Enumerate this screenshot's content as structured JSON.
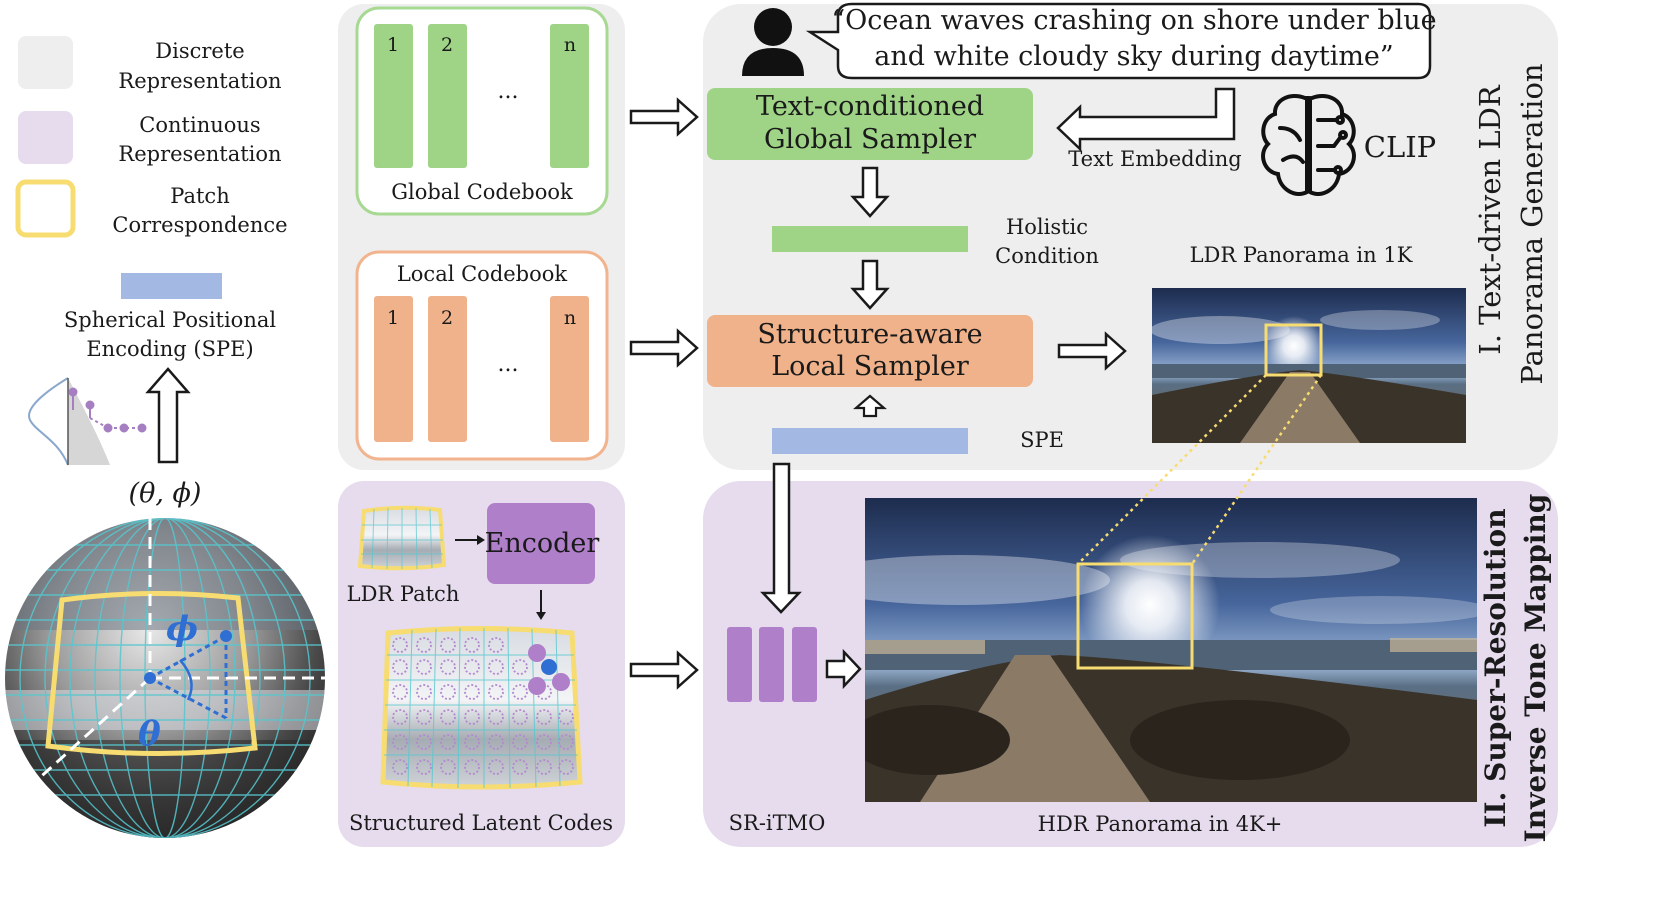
{
  "legend": {
    "discrete": [
      "Discrete",
      "Representation"
    ],
    "continuous": [
      "Continuous",
      "Representation"
    ],
    "patch": [
      "Patch",
      "Correspondence"
    ],
    "spe": [
      "Spherical Positional",
      "Encoding (SPE)"
    ],
    "coords": "(θ, ϕ)",
    "theta": "θ",
    "phi": "ϕ"
  },
  "global_codebook": {
    "title": "Global Codebook",
    "codes": [
      "1",
      "2",
      "n"
    ],
    "ellipsis": "..."
  },
  "local_codebook": {
    "title": "Local Codebook",
    "codes": [
      "1",
      "2",
      "n"
    ],
    "ellipsis": "..."
  },
  "stage1": {
    "prompt": [
      "“Ocean waves crashing on shore under blue",
      "and white cloudy sky during daytime”"
    ],
    "global_sampler": [
      "Text-conditioned",
      "Global Sampler"
    ],
    "text_embedding": "Text Embedding",
    "clip": "CLIP",
    "holistic": [
      "Holistic",
      "Condition"
    ],
    "local_sampler": [
      "Structure-aware",
      "Local Sampler"
    ],
    "spe": "SPE",
    "ldr_panorama": "LDR Panorama in 1K",
    "title": [
      "I.  Text-driven LDR",
      "Panorama Generation"
    ]
  },
  "encoder_panel": {
    "ldr_patch": "LDR Patch",
    "encoder": "Encoder",
    "latent": "Structured Latent Codes"
  },
  "stage2": {
    "sritmo": "SR-iTMO",
    "hdr_panorama": "HDR Panorama in 4K+",
    "title": [
      "II.  Super-Resolution",
      "Inverse Tone Mapping"
    ]
  },
  "colors": {
    "gray_panel": "#eeeeee",
    "purple_panel": "#e6dcee",
    "green": "#9fd487",
    "green_stroke": "#a7d993",
    "orange": "#f0b28a",
    "orange_stroke": "#f2b48e",
    "purple": "#b07fc9",
    "blue": "#a3b8e3",
    "yellow": "#f7dc72"
  }
}
